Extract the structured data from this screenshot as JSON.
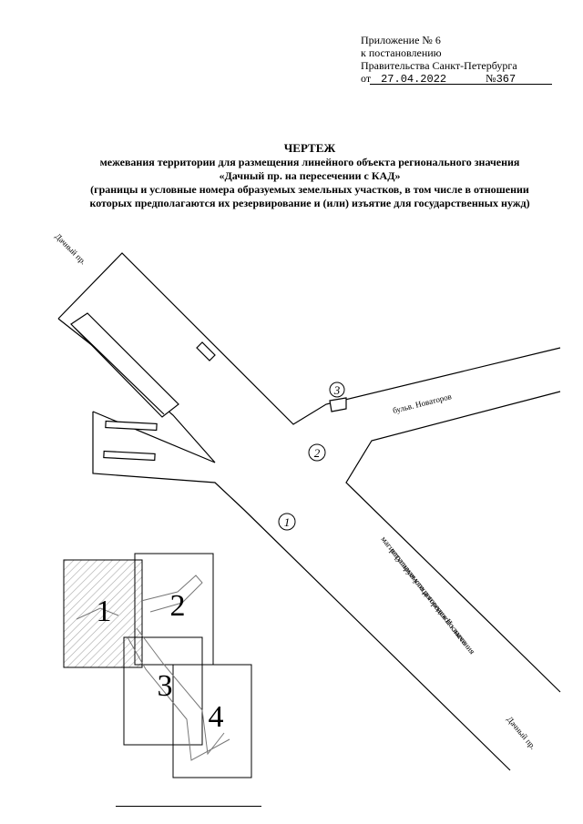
{
  "annex": {
    "line1": "Приложение № 6",
    "line2": "к постановлению",
    "line3": "Правительства  Санкт-Петербурга",
    "date_prefix": "от",
    "date": "27.04.2022",
    "number_prefix": "№",
    "number": "367"
  },
  "title": {
    "heading": "ЧЕРТЕЖ",
    "line1": "межевания территории для размещения линейного объекта регионального значения",
    "line2": "«Дачный пр. на пересечении с КАД»",
    "line3": "(границы и условные номера образуемых земельных участков, в том числе в отношении",
    "line4": "которых предполагаются их резервирование и (или) изъятие для государственных нужд)"
  },
  "map": {
    "streets": {
      "dachny_top": "Дачный пр.",
      "novatorov": "бульв. Новаторов",
      "highway_line1": "магистральная улица городского значения",
      "highway_line2": "регулируемого движения II класса",
      "dachny_bottom": "Дачный пр."
    },
    "parcels": [
      "1",
      "2",
      "3"
    ],
    "sheets": [
      "1",
      "2",
      "3",
      "4"
    ]
  }
}
